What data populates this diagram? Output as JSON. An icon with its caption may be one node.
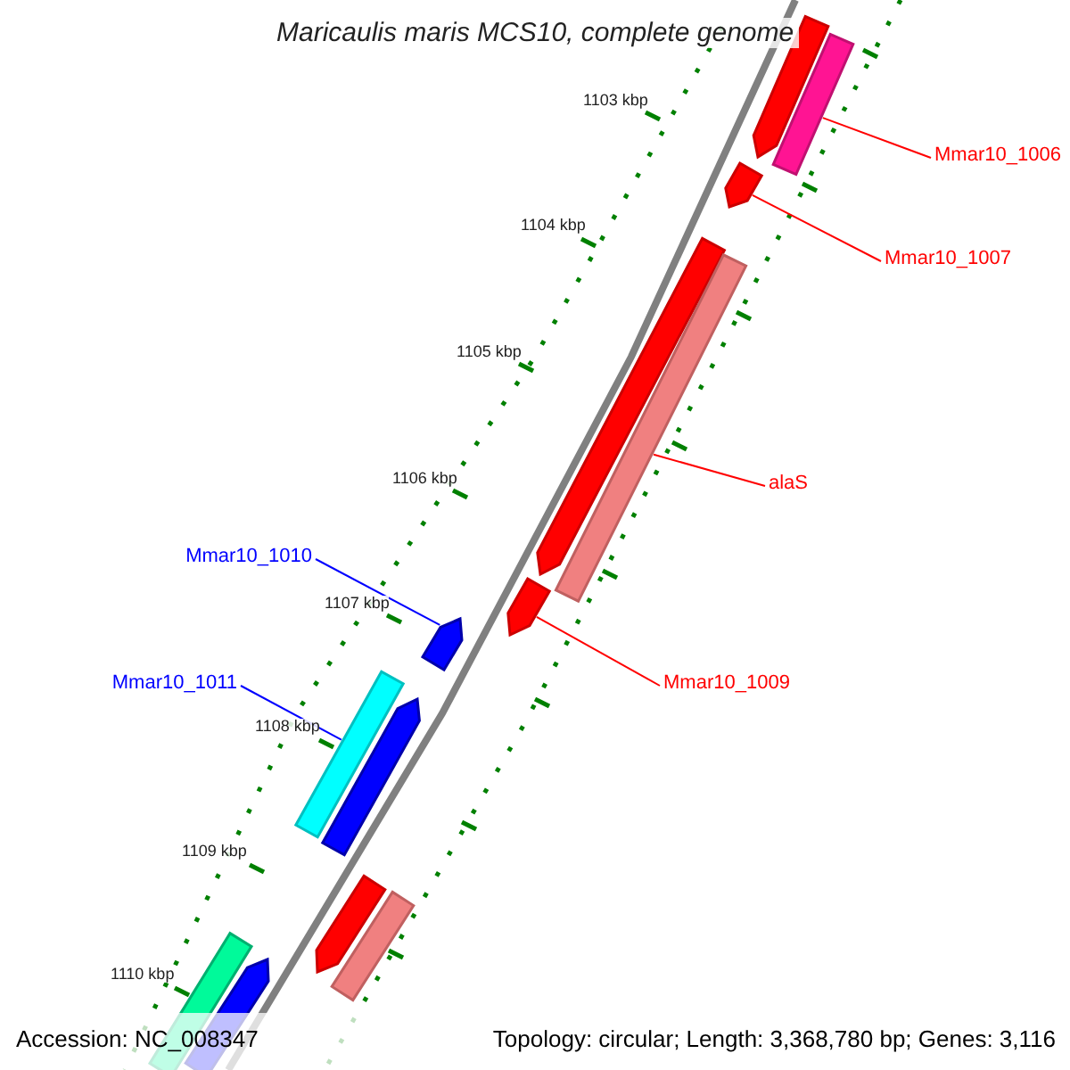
{
  "diagram": {
    "title": "Maricaulis maris MCS10, complete genome",
    "nodes": [
      {
        "text": [
          "Mmar10_1006"
        ]
      },
      {
        "text": [],
        "shape": "bar"
      },
      {
        "text": [],
        "shape": "bar"
      },
      {
        "text": [
          "Mmar10_1007"
        ]
      },
      {
        "text": [],
        "shape": "bar"
      },
      {
        "text": [],
        "shape": "bar"
      },
      {
        "text": [],
        "shape": "bar"
      },
      {
        "text": [
          "alaS"
        ]
      },
      {
        "text": [
          "Mmar10_1010"
        ]
      },
      {
        "text": [],
        "shape": "bar"
      },
      {
        "text": [],
        "shape": "bar"
      },
      {
        "text": [
          "Mmar10_1009"
        ]
      },
      {
        "text": [
          "Mmar10_1011"
        ]
      },
      {
        "text": [],
        "shape": "bar"
      },
      {
        "text": [],
        "shape": "bar"
      },
      {
        "text": [],
        "shape": "bar"
      },
      {
        "text": [],
        "shape": "bar"
      },
      {
        "text": [],
        "shape": "bar"
      },
      {
        "text": [],
        "shape": "bar"
      }
    ],
    "edges": [
      {
        "from": 0,
        "to": 2,
        "arrow": "none"
      },
      {
        "from": 3,
        "to": 4,
        "arrow": "none"
      },
      {
        "from": 7,
        "to": 6,
        "arrow": "none"
      },
      {
        "from": 8,
        "to": 10,
        "arrow": "none",
        "color": "#0000ff"
      },
      {
        "from": 11,
        "to": 9,
        "arrow": "none"
      },
      {
        "from": 12,
        "to": 13,
        "arrow": "none",
        "color": "#0000ff"
      }
    ],
    "labels": [
      "1103 kbp",
      "1104 kbp",
      "1105 kbp",
      "1106 kbp",
      "1107 kbp",
      "1108 kbp",
      "1109 kbp",
      "1110 kbp",
      "Accession: NC_008347",
      "Topology: circular; Length: 3,368,780 bp; Genes: 3,116"
    ]
  }
}
